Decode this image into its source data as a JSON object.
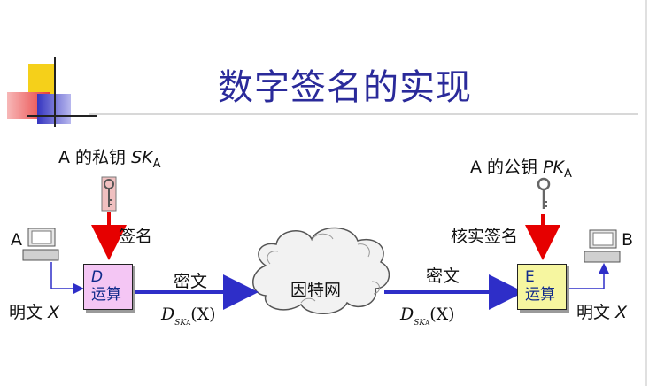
{
  "title": "数字签名的实现",
  "sender": {
    "id": "A",
    "key_prefix": "A 的私钥 ",
    "key_name": "SK",
    "key_sub": "A",
    "action": "签名",
    "box_letter": "D",
    "box_label": "运算",
    "input_label": "明文 X"
  },
  "receiver": {
    "id": "B",
    "key_prefix": "A 的公钥 ",
    "key_name": "PK",
    "key_sub": "A",
    "action": "核实签名",
    "box_letter": "E",
    "box_label": "运算",
    "output_label": "明文 X"
  },
  "network": {
    "label": "因特网"
  },
  "ciphertext_label": "密文",
  "formula": {
    "symbol": "D",
    "sub": "SK",
    "subsub": "A",
    "arg": "(X)"
  },
  "colors": {
    "title": "#2a2a9a",
    "arrow_blue": "#2e2ec8",
    "arrow_red": "#e60000",
    "box_d": "#f4c6f4",
    "box_e": "#f6f6a0"
  }
}
